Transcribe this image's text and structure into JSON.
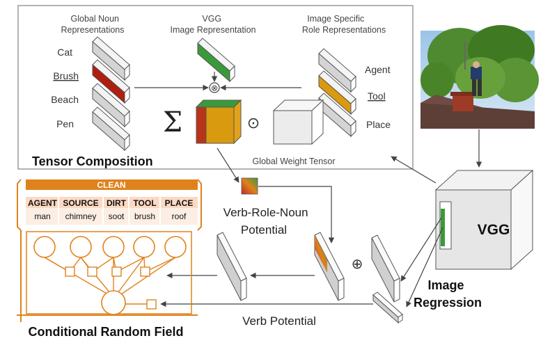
{
  "tensor_composition": {
    "title": "Tensor Composition",
    "global_noun_header": [
      "Global Noun",
      "Representations"
    ],
    "vgg_header": [
      "VGG",
      "Image Representation"
    ],
    "role_header": [
      "Image Specific",
      "Role Representations"
    ],
    "nouns": [
      "Cat",
      "Brush",
      "Beach",
      "Pen"
    ],
    "roles": [
      "Agent",
      "Tool",
      "Place"
    ],
    "sum_symbol": "Σ",
    "otimes_symbol": "⊗",
    "odot_symbol": "⊙",
    "weight_label": "Global Weight Tensor"
  },
  "crf": {
    "verb": "CLEAN",
    "roles": [
      "AGENT",
      "SOURCE",
      "DIRT",
      "TOOL",
      "PLACE"
    ],
    "values": [
      "man",
      "chimney",
      "soot",
      "brush",
      "roof"
    ],
    "title": "Conditional Random Field"
  },
  "labels": {
    "verb_role_noun": [
      "Verb-Role-Noun",
      "Potential"
    ],
    "verb_potential": "Verb Potential",
    "oplus_symbol": "⊕",
    "vgg": "VGG",
    "image_regression": [
      "Image",
      "Regression"
    ]
  },
  "colors": {
    "orange": "#e0821c",
    "green": "#3a9a3a",
    "red": "#b01e10",
    "gold": "#d99a10"
  }
}
